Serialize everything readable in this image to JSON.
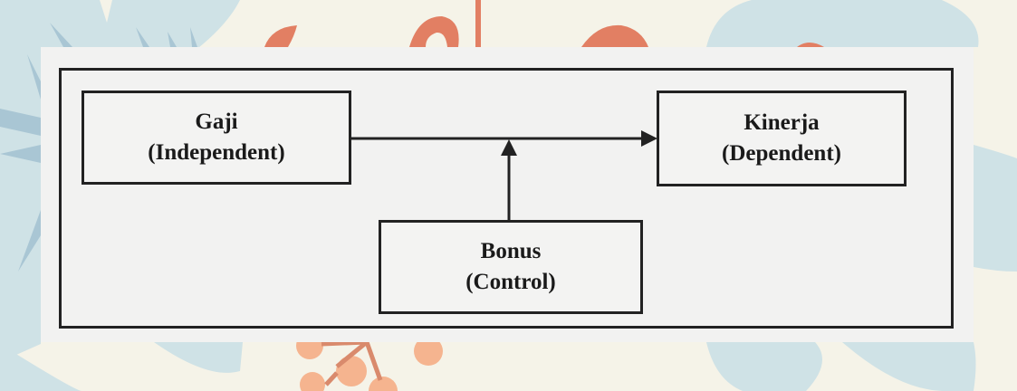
{
  "diagram": {
    "type": "conceptual-framework",
    "nodes": [
      {
        "id": "gaji",
        "title": "Gaji",
        "role": "(Independent)"
      },
      {
        "id": "kinerja",
        "title": "Kinerja",
        "role": "(Dependent)"
      },
      {
        "id": "bonus",
        "title": "Bonus",
        "role": "(Control)"
      }
    ],
    "edges": [
      {
        "from": "gaji",
        "to": "kinerja",
        "style": "arrow"
      },
      {
        "from": "bonus",
        "to": "gaji-kinerja-edge",
        "style": "arrow"
      }
    ]
  },
  "colors": {
    "background": "#f5f3e8",
    "leaf_blue": "#cfe2e6",
    "leaf_blue_dark": "#a9c6d4",
    "flower_orange": "#e27f63",
    "berry_peach": "#f5b48f",
    "panel": "#f2f2f1",
    "line": "#222222"
  }
}
